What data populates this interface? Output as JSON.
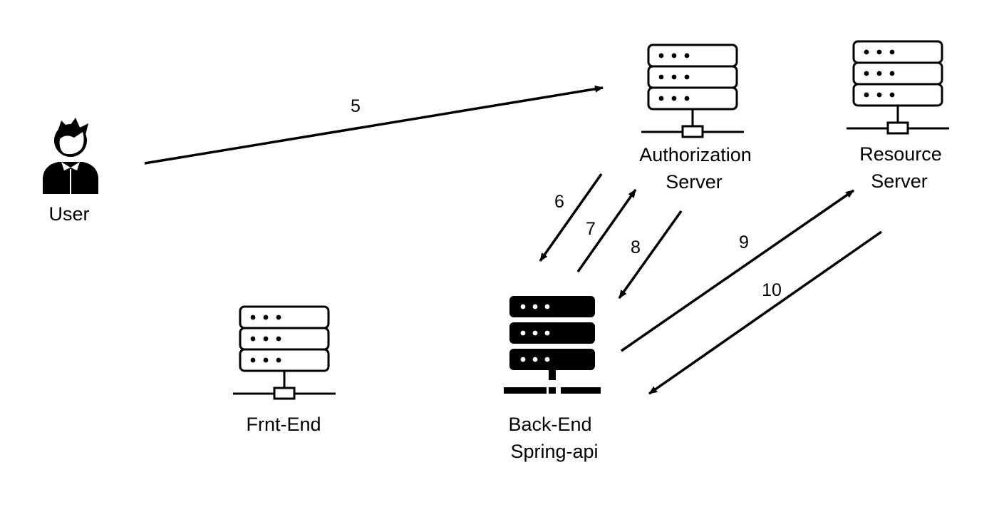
{
  "colors": {
    "line": "#000000",
    "background": "#ffffff"
  },
  "nodes": {
    "user": {
      "label": "User",
      "icon": "user-icon"
    },
    "auth_server": {
      "label_line1": "Authorization",
      "label_line2": "Server",
      "icon": "server-outline-icon"
    },
    "resource_server": {
      "label_line1": "Resource",
      "label_line2": "Server",
      "icon": "server-outline-icon"
    },
    "front_end": {
      "label": "Frnt-End",
      "icon": "server-outline-icon"
    },
    "back_end": {
      "label_line1": "Back-End",
      "label_line2": "Spring-api",
      "icon": "server-filled-icon"
    }
  },
  "flows": [
    {
      "step": "5",
      "from": "User",
      "to": "Authorization Server"
    },
    {
      "step": "6",
      "from": "Authorization Server",
      "to": "Back-End Spring-api"
    },
    {
      "step": "7",
      "from": "Back-End Spring-api",
      "to": "Authorization Server"
    },
    {
      "step": "8",
      "from": "Authorization Server",
      "to": "Back-End Spring-api"
    },
    {
      "step": "9",
      "from": "Back-End Spring-api",
      "to": "Resource Server"
    },
    {
      "step": "10",
      "from": "Resource Server",
      "to": "Back-End Spring-api"
    }
  ]
}
